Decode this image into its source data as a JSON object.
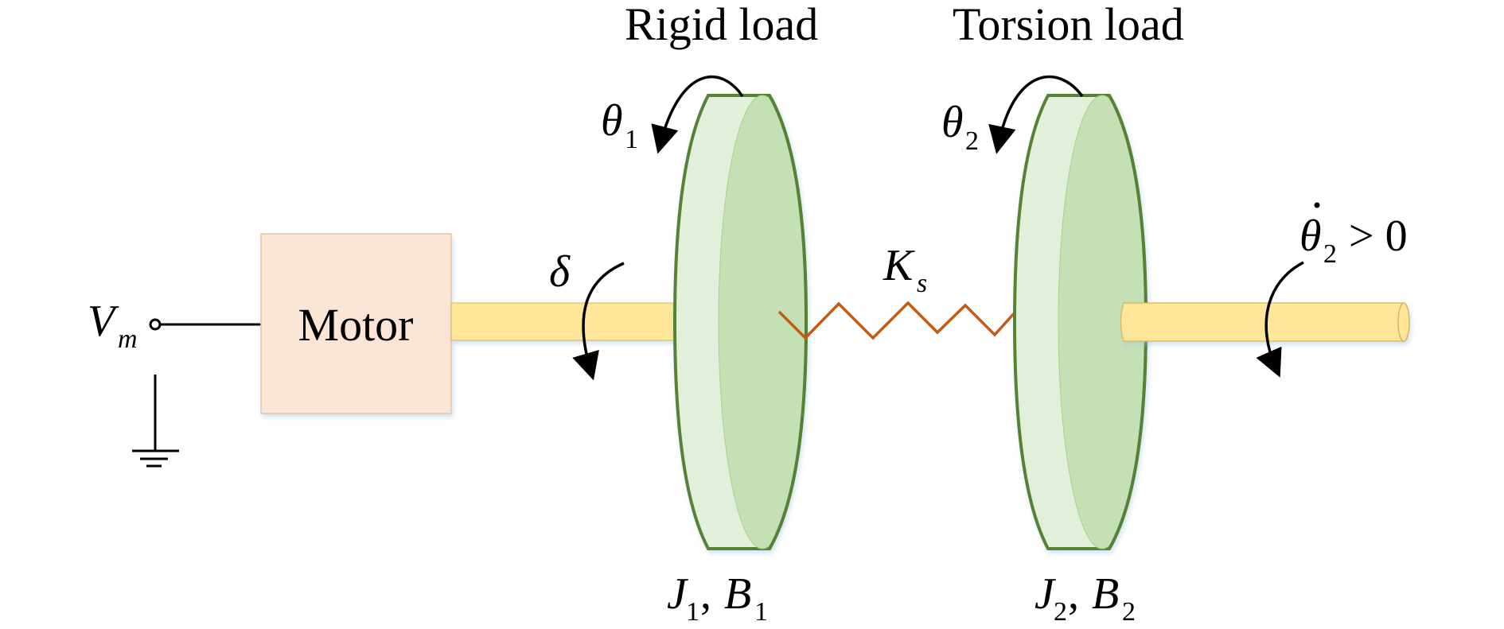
{
  "title_rigid": "Rigid load",
  "title_torsion": "Torsion load",
  "motor_label": "Motor",
  "voltage": {
    "symbol": "V",
    "subscript": "m"
  },
  "delta_label": "δ",
  "spring": {
    "symbol": "K",
    "subscript": "s"
  },
  "theta1": {
    "symbol": "θ",
    "subscript": "1"
  },
  "theta2": {
    "symbol": "θ",
    "subscript": "2"
  },
  "speed_condition": {
    "symbol": "θ",
    "subscript": "2",
    "relation": "> 0"
  },
  "disc1_params": {
    "J": "J",
    "J_sub": "1",
    "sep": ", ",
    "B": "B",
    "B_sub": "1"
  },
  "disc2_params": {
    "J": "J",
    "J_sub": "2",
    "sep": ", ",
    "B": "B",
    "B_sub": "2"
  },
  "colors": {
    "motor_fill": "#FBE5D6",
    "motor_border": "#E5C99B",
    "shaft_fill": "#FFE699",
    "shaft_border": "#D6B656",
    "disc_rim": "#E2EFDA",
    "disc_face": "#C5E0B4",
    "disc_border": "#548235",
    "spring": "#C55A11"
  }
}
